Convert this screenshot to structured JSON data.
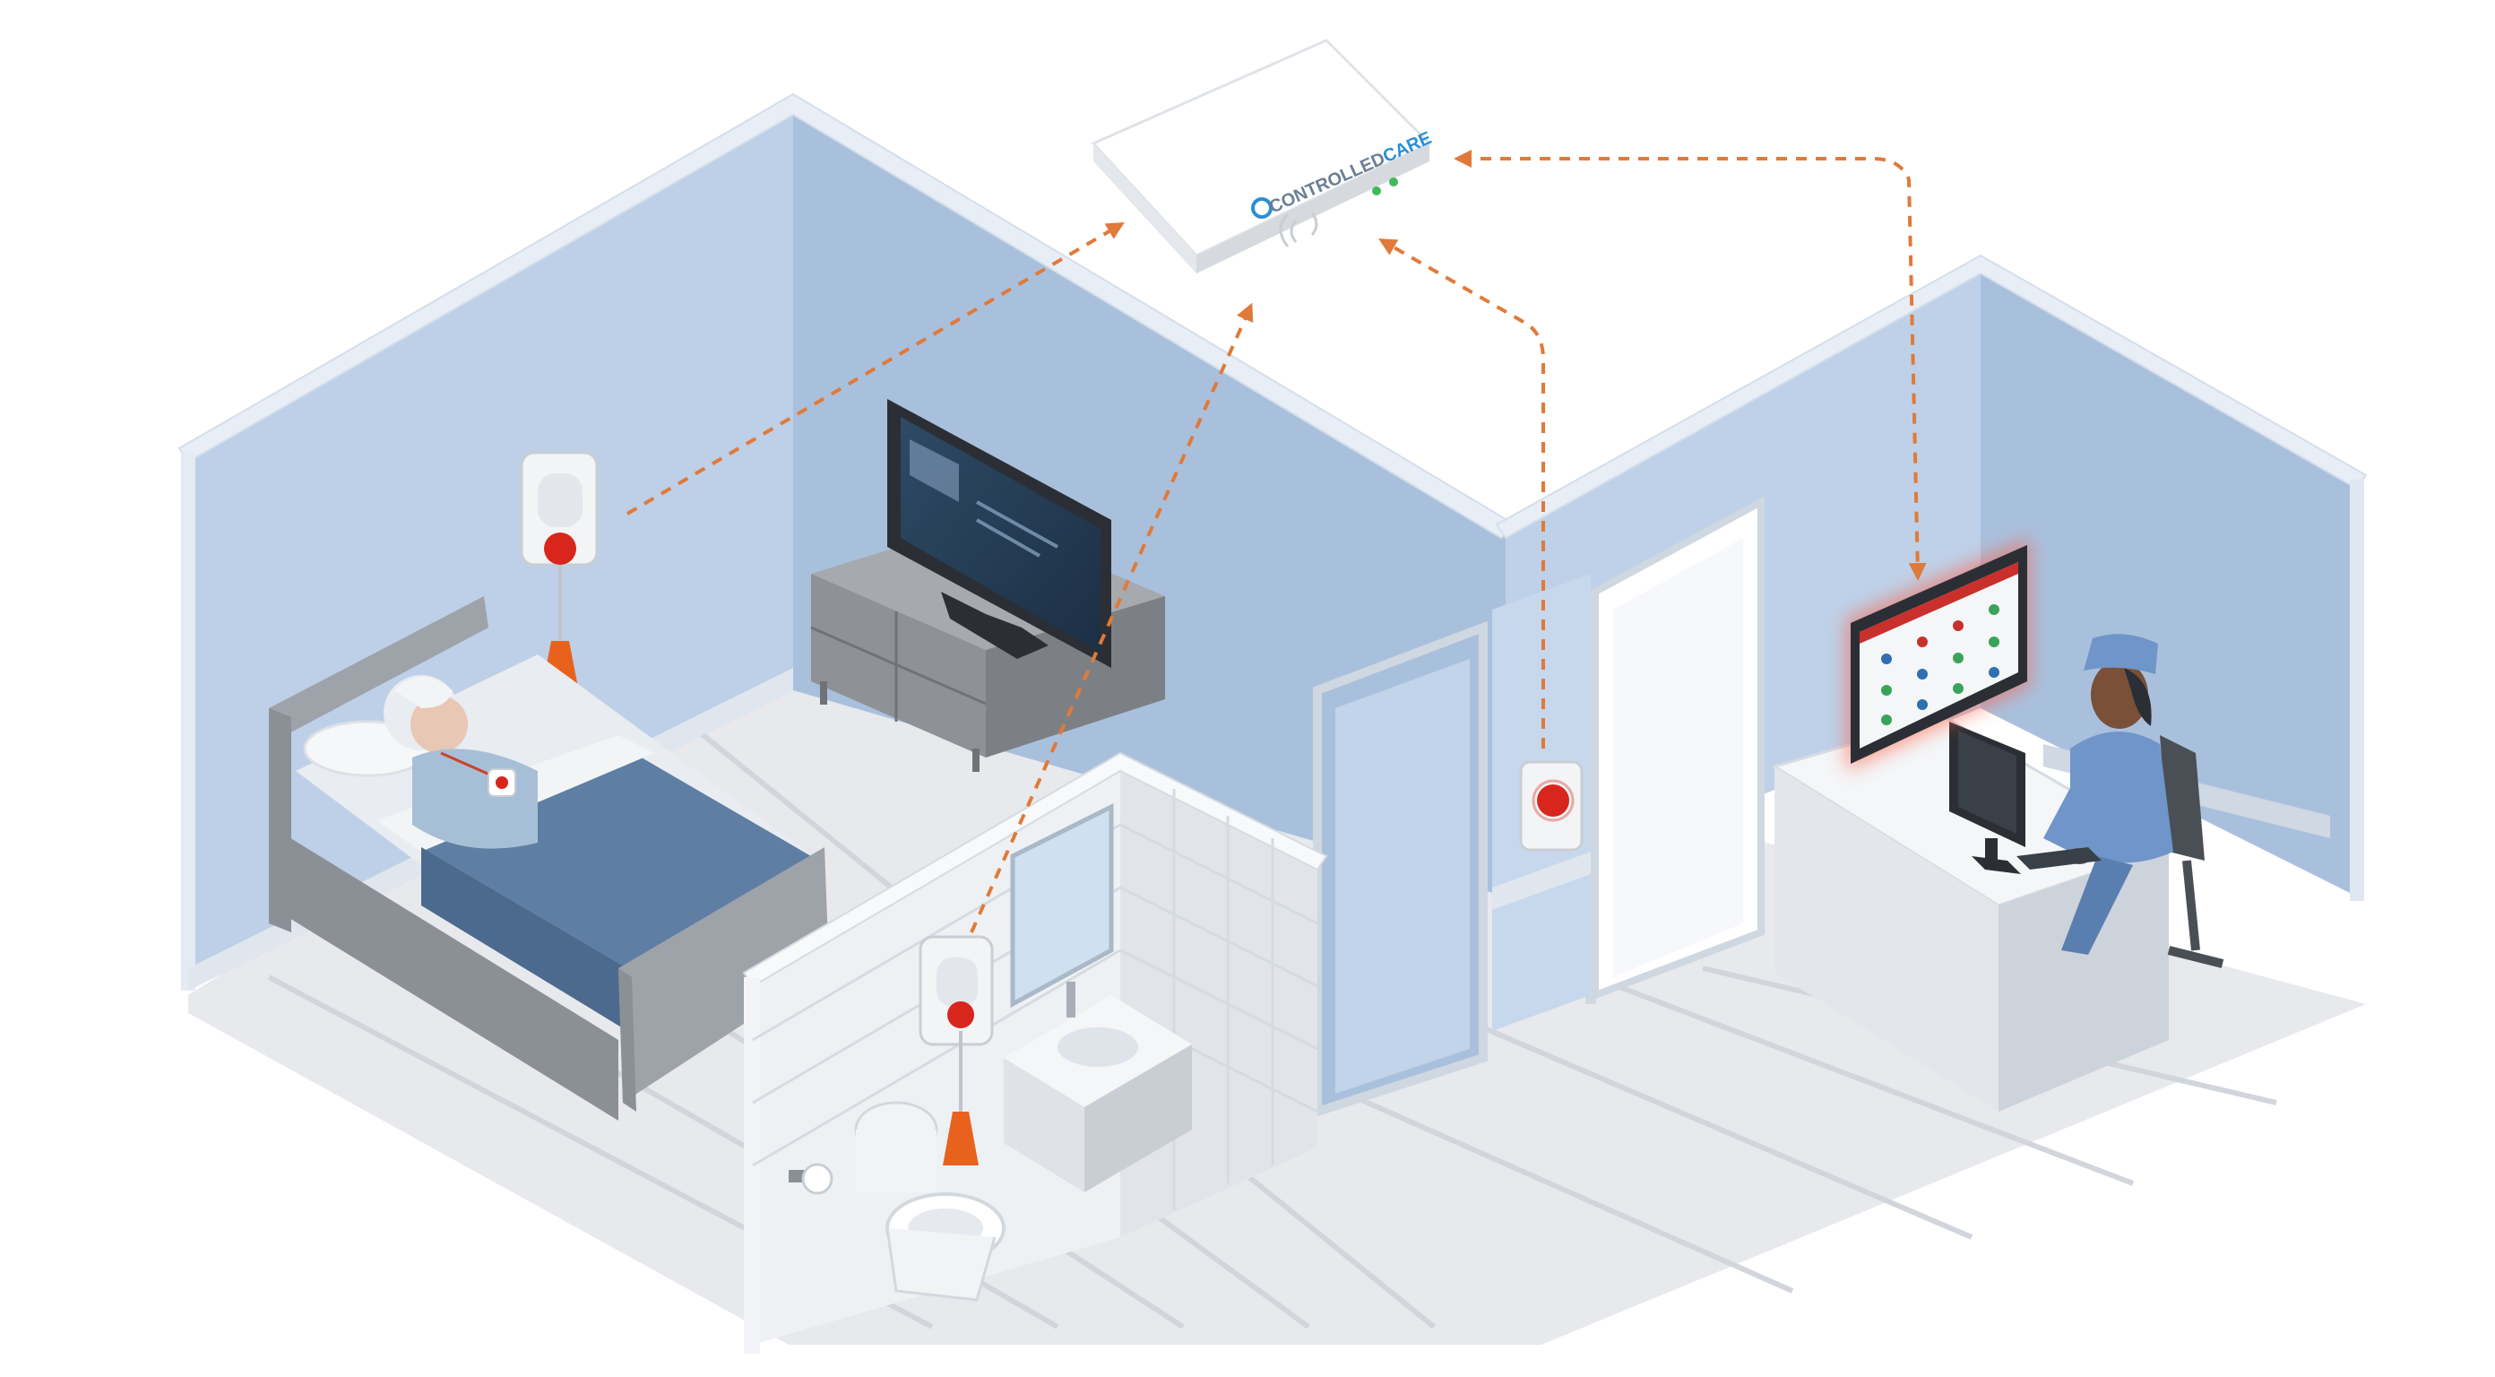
{
  "hub": {
    "brand_prefix": "CONTROLLED",
    "brand_suffix": "CARE",
    "status_lights": [
      "on",
      "on"
    ]
  },
  "colors": {
    "wall": "#b9cde6",
    "wall_light": "#d3e1f1",
    "wall_top": "#e8eef6",
    "floor": "#e6e8ec",
    "floor_plank": "#d2d6dc",
    "connection_line": "#e07a3a",
    "alarm_red": "#d8261c",
    "pull_cord": "#e8621e",
    "brand_gray": "#6b7f94",
    "brand_blue": "#2a8fd6",
    "status_green": "#3dbb5a",
    "blanket": "#5e7ea4",
    "nurse_scrubs": "#6f95c9",
    "monitor_glow": "#ff5a3c"
  },
  "devices": [
    {
      "name": "bedroom-call-point",
      "icon": "pull-cord-call-button-icon"
    },
    {
      "name": "bathroom-call-point",
      "icon": "pull-cord-call-button-icon"
    },
    {
      "name": "corridor-call-point",
      "icon": "call-button-icon"
    },
    {
      "name": "pendant-alarm",
      "icon": "pendant-call-button-icon"
    }
  ]
}
